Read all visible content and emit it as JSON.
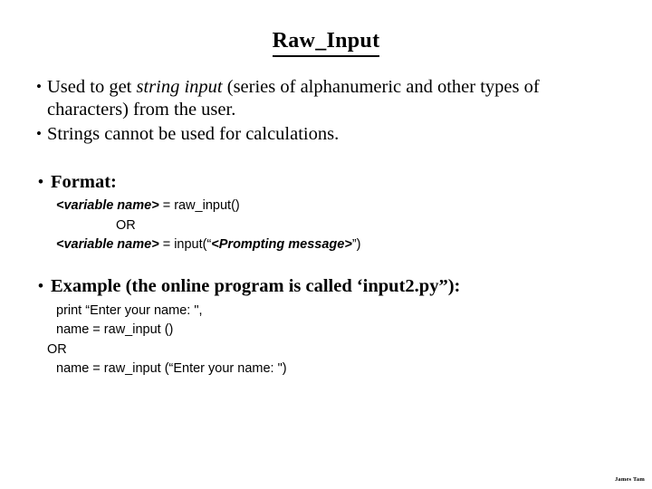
{
  "slide": {
    "title": "Raw_Input",
    "footer": "James Tam",
    "bullets": [
      {
        "id": "bullet-used-to-get",
        "text_before": "Used to get ",
        "text_italic": "string input",
        "text_after": " (series of alphanumeric and other types of characters) from the user."
      },
      {
        "id": "bullet-strings-cannot",
        "text": "Strings cannot be used for calculations."
      }
    ],
    "format_section": {
      "heading": "Format:",
      "lines": [
        {
          "id": "format-line-raw-input",
          "italic": "<variable name>",
          "rest": " = raw_input()"
        },
        {
          "id": "format-line-or",
          "plain": "OR"
        },
        {
          "id": "format-line-input",
          "italic": "<variable name>",
          "rest": " = input(“",
          "italic2": "<Prompting message>",
          "rest2": "”)"
        }
      ]
    },
    "example_section": {
      "heading": "Example (the online program is called ‘input2.py”):",
      "lines": [
        {
          "id": "example-line-print",
          "text": "print “Enter your name: \",",
          "indent": true
        },
        {
          "id": "example-line-name-raw-input",
          "text": "name = raw_input ()",
          "indent": true
        },
        {
          "id": "example-line-or",
          "text": "OR",
          "indent": false
        },
        {
          "id": "example-line-name-raw-input-prompt",
          "text": "name = raw_input (“Enter your name: \")",
          "indent": true
        }
      ]
    }
  }
}
